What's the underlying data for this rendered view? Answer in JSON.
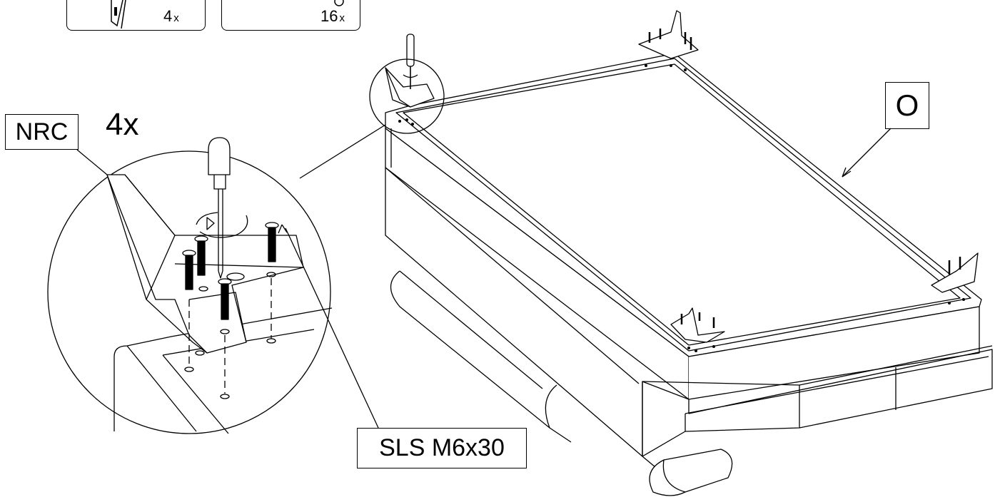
{
  "parts": [
    {
      "id": "bracket-part",
      "quantity": "4",
      "unit": "x",
      "icon": "corner-bracket-icon"
    },
    {
      "id": "screw-part",
      "quantity": "16",
      "unit": "x",
      "icon": "screw-icon"
    }
  ],
  "multiplier": "4x",
  "labels": {
    "bracket": "NRC",
    "screw": "SLS M6x30",
    "frame": "O"
  }
}
